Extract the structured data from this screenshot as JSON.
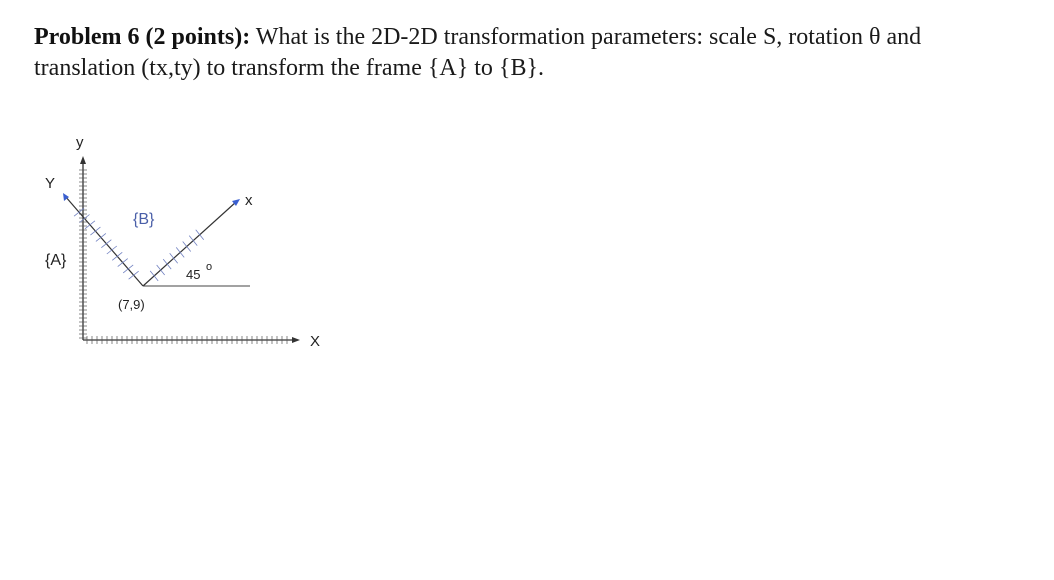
{
  "problem": {
    "heading": "Problem 6 (2 points):",
    "text_line1": "What is the 2D-2D transformation parameters: scale S, rotation θ and",
    "text_line2": "translation (tx,ty) to transform the frame {A} to {B}."
  },
  "figure": {
    "frame_a_label": "{A}",
    "frame_b_label": "{B}",
    "a_x_label": "X",
    "a_y_label": "Y",
    "b_x_label": "x",
    "b_y_label": "y",
    "origin_label": "(7,9)",
    "angle_label": "45",
    "degree_symbol": "o",
    "colors": {
      "frame_b_label": "#4a5fa8",
      "axis": "#333333",
      "ticks": "#7080c0",
      "arrow_blue": "#3a5fd0"
    }
  }
}
